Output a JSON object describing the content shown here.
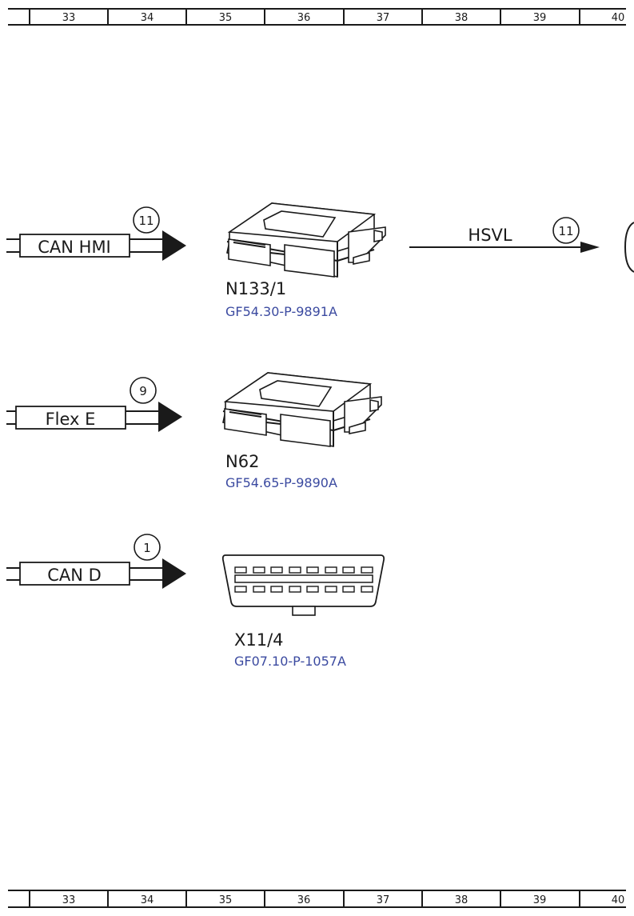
{
  "ruler": {
    "columns": [
      "33",
      "34",
      "35",
      "36",
      "37",
      "38",
      "39",
      "40"
    ]
  },
  "colors": {
    "ink": "#1a1a1a",
    "reference_link": "#3b4aa0"
  },
  "connections": [
    {
      "bus_label": "CAN HMI",
      "circuit_number": "11",
      "component": {
        "name": "N133/1",
        "reference": "GF54.30-P-9891A",
        "type": "control-unit"
      },
      "outgoing": {
        "bus_label": "HSVL",
        "circuit_number": "11"
      }
    },
    {
      "bus_label": "Flex E",
      "circuit_number": "9",
      "component": {
        "name": "N62",
        "reference": "GF54.65-P-9890A",
        "type": "control-unit"
      }
    },
    {
      "bus_label": "CAN D",
      "circuit_number": "1",
      "component": {
        "name": "X11/4",
        "reference": "GF07.10-P-1057A",
        "type": "diagnostic-connector"
      }
    }
  ]
}
